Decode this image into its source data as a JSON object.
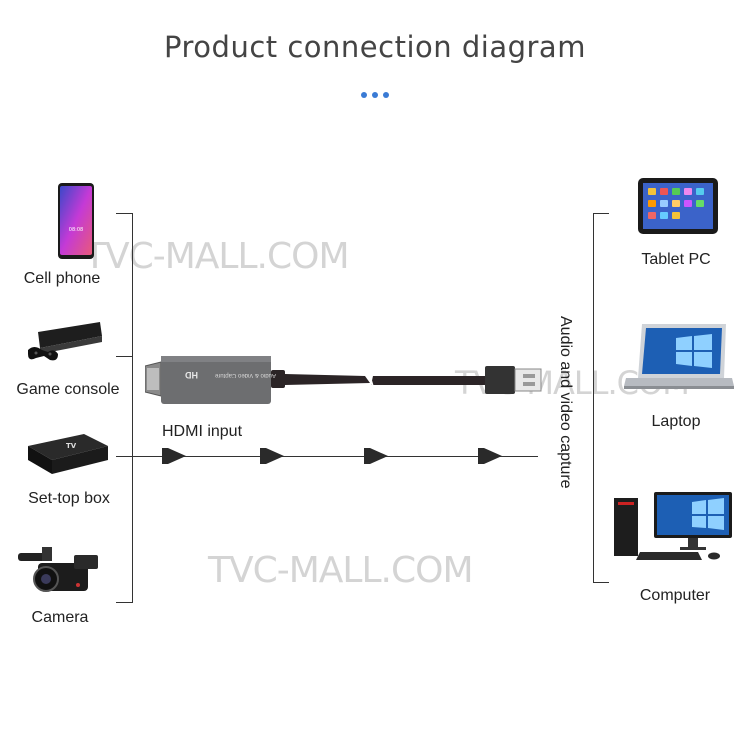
{
  "title": "Product connection diagram",
  "left_devices": [
    {
      "label": "Cell phone",
      "icon": "cell-phone-icon"
    },
    {
      "label": "Game console",
      "icon": "game-console-icon"
    },
    {
      "label": "Set-top box",
      "icon": "set-top-box-icon"
    },
    {
      "label": "Camera",
      "icon": "camera-icon"
    }
  ],
  "right_devices": [
    {
      "label": "Tablet PC",
      "icon": "tablet-icon"
    },
    {
      "label": "Laptop",
      "icon": "laptop-icon"
    },
    {
      "label": "Computer",
      "icon": "computer-icon"
    }
  ],
  "hdmi_input_label": "HDMI input",
  "capture_label": "Audio and video capture",
  "watermark": "TVC-MALL.COM",
  "device_text": "Audio & Video Capture",
  "device_logo": "HD",
  "colors": {
    "accent_dots": "#3a7bd5",
    "line": "#333333",
    "adapter": "#6d6e70",
    "cable": "#2b2426"
  }
}
